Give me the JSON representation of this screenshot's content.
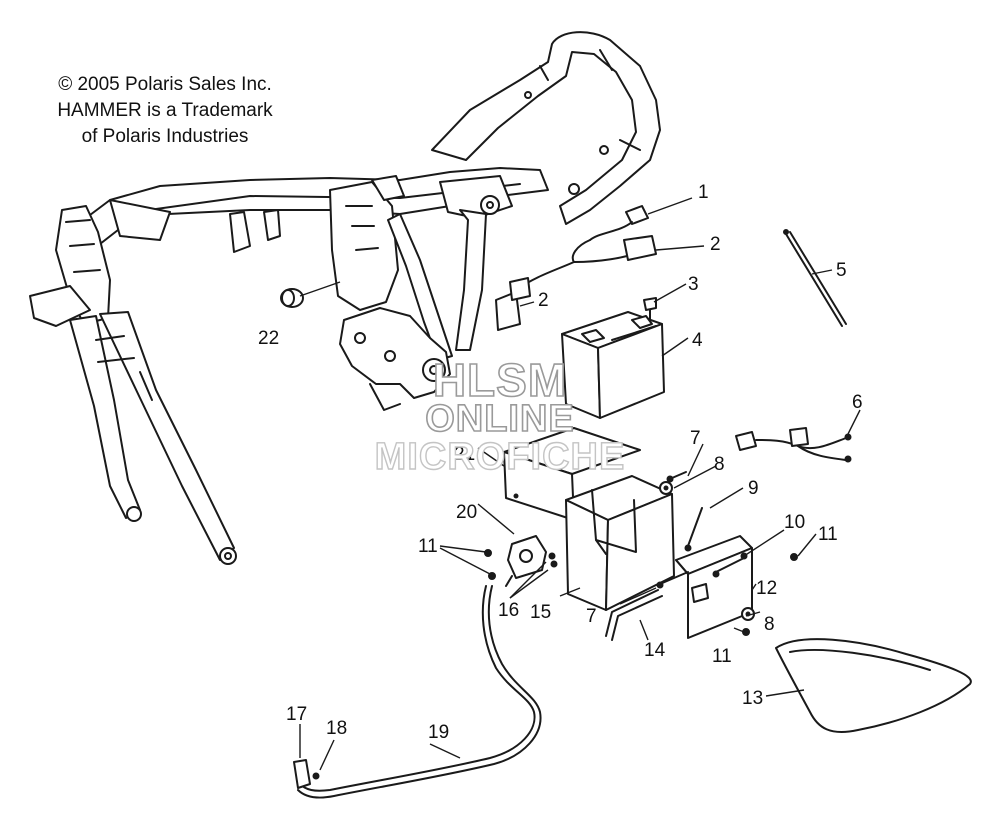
{
  "copyright": {
    "line1": "© 2005 Polaris Sales Inc.",
    "line2": "HAMMER is a Trademark",
    "line3": "of Polaris Industries"
  },
  "watermark": {
    "line1": "HLSM",
    "line2": "ONLINE",
    "line3": "MICROFICHE"
  },
  "callouts": [
    {
      "id": "c1",
      "label": "1"
    },
    {
      "id": "c2a",
      "label": "2"
    },
    {
      "id": "c2b",
      "label": "2"
    },
    {
      "id": "c3",
      "label": "3"
    },
    {
      "id": "c4",
      "label": "4"
    },
    {
      "id": "c5",
      "label": "5"
    },
    {
      "id": "c6",
      "label": "6"
    },
    {
      "id": "c7a",
      "label": "7"
    },
    {
      "id": "c7b",
      "label": "7"
    },
    {
      "id": "c8a",
      "label": "8"
    },
    {
      "id": "c8b",
      "label": "8"
    },
    {
      "id": "c9",
      "label": "9"
    },
    {
      "id": "c10",
      "label": "10"
    },
    {
      "id": "c11a",
      "label": "11"
    },
    {
      "id": "c11b",
      "label": "11"
    },
    {
      "id": "c11c",
      "label": "11"
    },
    {
      "id": "c12",
      "label": "12"
    },
    {
      "id": "c13",
      "label": "13"
    },
    {
      "id": "c14",
      "label": "14"
    },
    {
      "id": "c15",
      "label": "15"
    },
    {
      "id": "c16",
      "label": "16"
    },
    {
      "id": "c17",
      "label": "17"
    },
    {
      "id": "c18",
      "label": "18"
    },
    {
      "id": "c19",
      "label": "19"
    },
    {
      "id": "c20",
      "label": "20"
    },
    {
      "id": "c21",
      "label": "21"
    },
    {
      "id": "c22",
      "label": "22"
    }
  ]
}
